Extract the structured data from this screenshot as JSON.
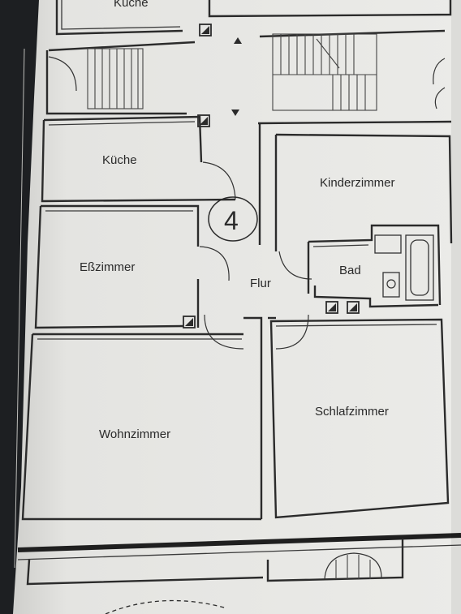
{
  "rooms": {
    "kueche_top": "Küche",
    "kueche": "Küche",
    "esszimmer": "Eßzimmer",
    "kinderzimmer": "Kinderzimmer",
    "bad": "Bad",
    "flur": "Flur",
    "wohnzimmer": "Wohnzimmer",
    "schlafzimmer": "Schlafzimmer"
  },
  "unit_number": "4",
  "colors": {
    "paper": "#e6e6e3",
    "ink": "#2b2b2b",
    "background": "#1d1f22"
  }
}
